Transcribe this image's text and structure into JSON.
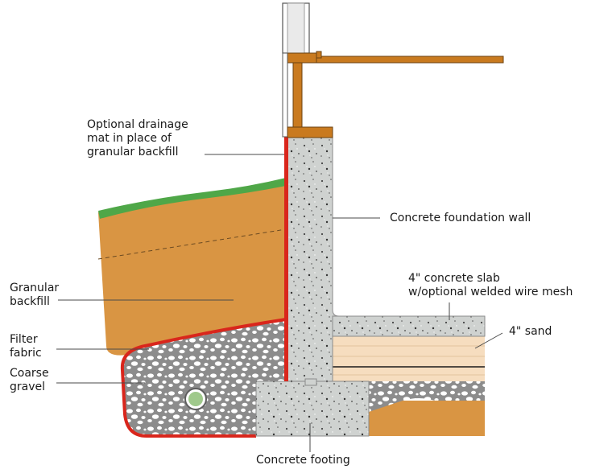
{
  "labels": {
    "drainage_mat": [
      "Optional drainage",
      "mat in place of",
      "granular backfill"
    ],
    "foundation_wall": "Concrete foundation wall",
    "slab": [
      "4\" concrete slab",
      "w/optional welded wire mesh"
    ],
    "sand": "4\" sand",
    "backfill": [
      "Granular",
      "backfill"
    ],
    "filter_fabric": [
      "Filter",
      "fabric"
    ],
    "gravel": [
      "Coarse",
      "gravel"
    ],
    "footing": "Concrete footing"
  },
  "colors": {
    "soil": "#d99543",
    "grass": "#4fa748",
    "concrete": "#cfd2d0",
    "gravel": "#8c8c8c",
    "sand": "#f6ddbf",
    "wood": "#c97a1f",
    "membrane": "#d9261c",
    "drain_pipe": "#9fc98b"
  }
}
